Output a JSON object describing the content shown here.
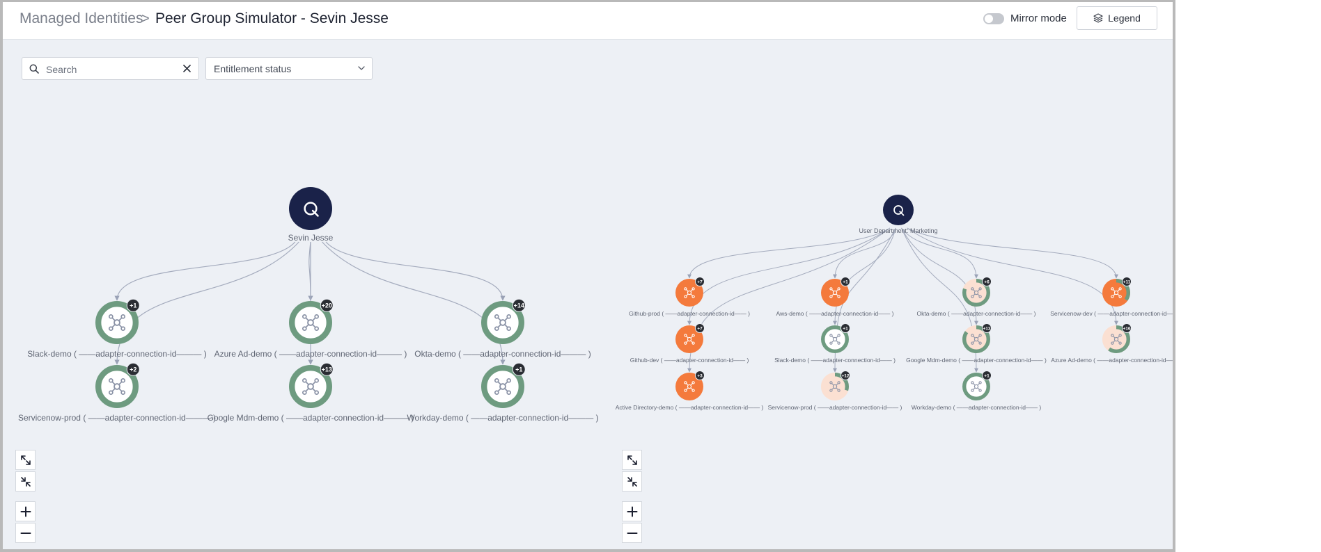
{
  "breadcrumb": {
    "parent": "Managed Identities",
    "separator": ">",
    "title": "Peer Group Simulator - Sevin Jesse"
  },
  "header": {
    "mirror_mode_label": "Mirror mode",
    "mirror_mode_on": false,
    "legend_label": "Legend"
  },
  "filters": {
    "search_placeholder": "Search",
    "search_value": "",
    "entitlement_status_label": "Entitlement status"
  },
  "colors": {
    "root": "#1a2249",
    "healthy": "#6e9b80",
    "warning": "#f47a3c",
    "light_warning": "#fbe0d2",
    "badge": "#2a2d33",
    "edge": "#a4abbd",
    "label": "#5f6573"
  },
  "left_graph": {
    "root": {
      "label": "Sevin Jesse",
      "icon": "q-logo-icon"
    },
    "nodes": [
      {
        "label": "Slack-demo",
        "connection": "( ——adapter-connection-id——— )",
        "badge": "+1",
        "health": 1.0
      },
      {
        "label": "Azure Ad-demo",
        "connection": "( ——adapter-connection-id——— )",
        "badge": "+20",
        "health": 1.0
      },
      {
        "label": "Okta-demo",
        "connection": "( ——adapter-connection-id——— )",
        "badge": "+14",
        "health": 1.0
      },
      {
        "label": "Servicenow-prod",
        "connection": "( ——adapter-connection-id——— )",
        "badge": "+2",
        "health": 1.0
      },
      {
        "label": "Google Mdm-demo",
        "connection": "( ——adapter-connection-id——— )",
        "badge": "+13",
        "health": 1.0
      },
      {
        "label": "Workday-demo",
        "connection": "( ——adapter-connection-id——— )",
        "badge": "+1",
        "health": 1.0
      }
    ]
  },
  "right_graph": {
    "root": {
      "label": "User Department: Marketing",
      "icon": "q-logo-icon"
    },
    "nodes": [
      {
        "label": "Github-prod",
        "connection": "( ——adapter-connection-id—— )",
        "badge": "+7",
        "state": "warning",
        "health": 0
      },
      {
        "label": "Aws-demo",
        "connection": "( ——adapter-connection-id—— )",
        "badge": "+1",
        "state": "warning",
        "health": 0
      },
      {
        "label": "Okta-demo",
        "connection": "( ——adapter-connection-id—— )",
        "badge": "+6",
        "state": "mixed",
        "health": 0.8
      },
      {
        "label": "Servicenow-dev",
        "connection": "( ——adapter-connection-id—— )",
        "badge": "+11",
        "state": "warning",
        "health": 0.35
      },
      {
        "label": "Github-dev",
        "connection": "( ——adapter-connection-id—— )",
        "badge": "+7",
        "state": "warning",
        "health": 0
      },
      {
        "label": "Slack-demo",
        "connection": "( ——adapter-connection-id—— )",
        "badge": "+1",
        "state": "healthy",
        "health": 1.0
      },
      {
        "label": "Google Mdm-demo",
        "connection": "( ——adapter-connection-id—— )",
        "badge": "+13",
        "state": "mixed",
        "health": 0.85
      },
      {
        "label": "Azure Ad-demo",
        "connection": "( ——adapter-connection-id—— )",
        "badge": "+16",
        "state": "mixed",
        "health": 0.6
      },
      {
        "label": "Active Directory-demo",
        "connection": "( ——adapter-connection-id—— )",
        "badge": "+3",
        "state": "warning",
        "health": 0
      },
      {
        "label": "Servicenow-prod",
        "connection": "( ——adapter-connection-id—— )",
        "badge": "+12",
        "state": "mixed",
        "health": 0.3
      },
      {
        "label": "Workday-demo",
        "connection": "( ——adapter-connection-id—— )",
        "badge": "+1",
        "state": "healthy",
        "health": 1.0
      }
    ]
  }
}
